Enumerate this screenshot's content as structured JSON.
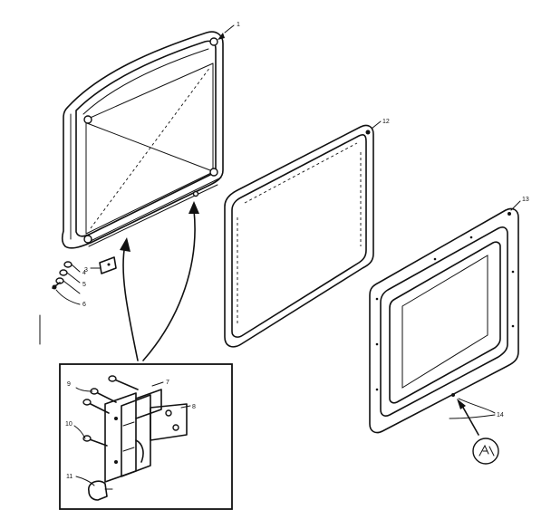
{
  "diagram": {
    "callouts": {
      "c1": "1",
      "c3": "3",
      "c4": "4",
      "c5": "5",
      "c6": "6",
      "c7": "7",
      "c8": "8",
      "c9": "9",
      "c10": "10",
      "c11": "11",
      "c12": "12",
      "c13": "13",
      "c14": "14"
    },
    "colors": {
      "ink": "#111111",
      "paper": "#ffffff"
    },
    "icons": [
      "frame-assembly",
      "gasket",
      "inner-door-panel",
      "hinge-assembly",
      "screw",
      "clip",
      "reference-circle-icon"
    ]
  }
}
